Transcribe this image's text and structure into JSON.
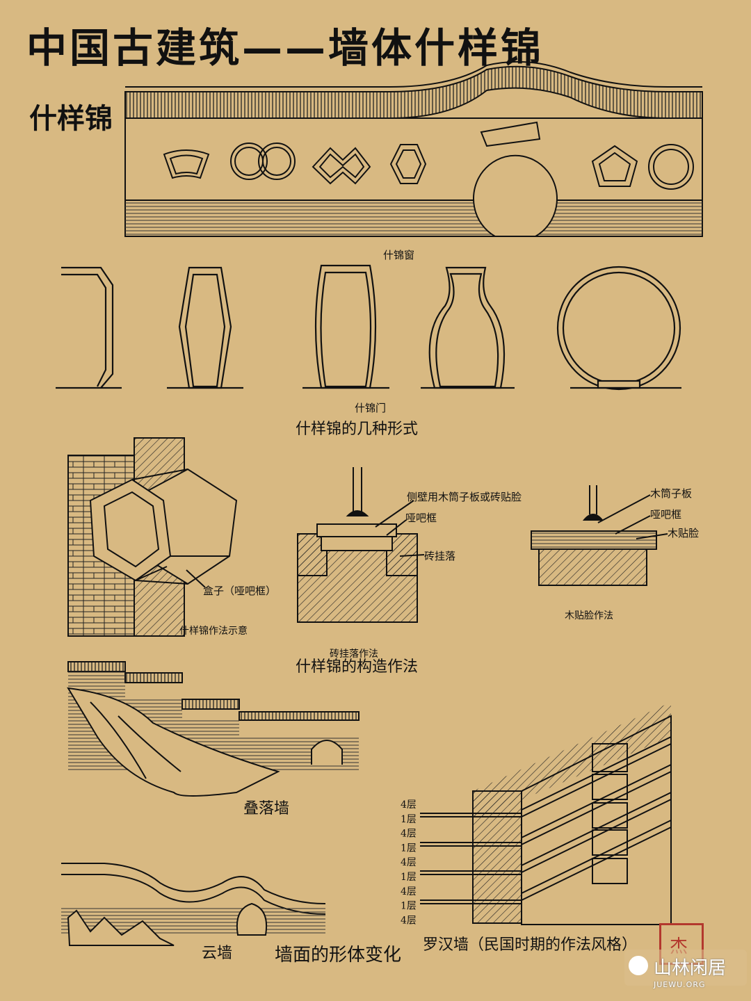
{
  "title": "中国古建筑——墙体什样锦",
  "subtitle": "什样锦",
  "labels": {
    "window": "什锦窗",
    "door": "什锦门",
    "forms_caption": "什样锦的几种形式",
    "callout_side": "侧壁用木筒子板或砖贴脸",
    "callout_frame1": "哑吧框",
    "callout_brick": "砖挂落",
    "callout_wood_board": "木筒子板",
    "callout_frame2": "哑吧框",
    "callout_wood_face": "木贴脸",
    "box": "盒子（哑吧框）",
    "method_schematic": "什样锦作法示意",
    "brick_method": "砖挂落作法",
    "wood_method": "木贴脸作法",
    "construction_caption": "什样锦的构造作法",
    "stepped_wall": "叠落墙",
    "cloud_wall": "云墙",
    "wall_form_caption": "墙面的形体变化",
    "luohan_wall": "罗汉墙（民国时期的作法风格）"
  },
  "layer_labels": [
    "4层",
    "1层",
    "4层",
    "1层",
    "4层",
    "1层",
    "4层",
    "1层",
    "4层"
  ],
  "seal_text": "杰",
  "brand": {
    "name": "山林闲居",
    "url": "JUEWU.ORG"
  },
  "colors": {
    "paper": "#d8b982",
    "ink": "#111111",
    "seal": "#b3382d"
  }
}
